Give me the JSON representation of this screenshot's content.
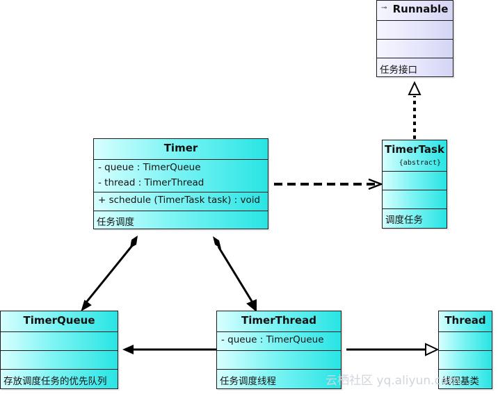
{
  "classes": {
    "runnable": {
      "name": "Runnable",
      "note": "任务接口"
    },
    "timer": {
      "name": "Timer",
      "attributes": [
        "-   queue  : TimerQueue",
        "-   thread  : TimerThread"
      ],
      "operations": [
        "+   schedule (TimerTask task)  : void"
      ],
      "note": "任务调度"
    },
    "timertask": {
      "name": "TimerTask",
      "stereotype": "{abstract}",
      "note": "调度任务"
    },
    "timerqueue": {
      "name": "TimerQueue",
      "note": "存放调度任务的优先队列"
    },
    "timerthread": {
      "name": "TimerThread",
      "attributes": [
        "-   queue  : TimerQueue"
      ],
      "note": "任务调度线程"
    },
    "thread": {
      "name": "Thread",
      "note": "线程基类"
    }
  },
  "relations": [
    {
      "from": "Timer",
      "to": "TimerTask",
      "kind": "dependency"
    },
    {
      "from": "TimerTask",
      "to": "Runnable",
      "kind": "realization"
    },
    {
      "from": "Timer",
      "to": "TimerQueue",
      "kind": "composition"
    },
    {
      "from": "Timer",
      "to": "TimerThread",
      "kind": "composition"
    },
    {
      "from": "TimerThread",
      "to": "TimerQueue",
      "kind": "association"
    },
    {
      "from": "TimerThread",
      "to": "Thread",
      "kind": "generalization"
    }
  ],
  "watermark": "云栖社区 yq.aliyun.com"
}
